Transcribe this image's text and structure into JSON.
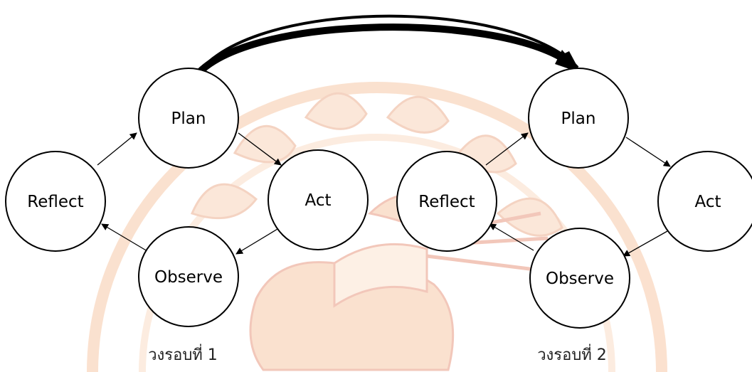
{
  "diagram": {
    "cycles": [
      {
        "caption": "วงรอบที่ 1",
        "nodes": {
          "plan": "Plan",
          "act": "Act",
          "observe": "Observe",
          "reflect": "Reflect"
        }
      },
      {
        "caption": "วงรอบที่ 2",
        "nodes": {
          "plan": "Plan",
          "act": "Act",
          "observe": "Observe",
          "reflect": "Reflect"
        }
      }
    ],
    "colors": {
      "watermark_orange": "#f2a36b",
      "watermark_red": "#d9542d",
      "stroke": "#000000"
    }
  }
}
